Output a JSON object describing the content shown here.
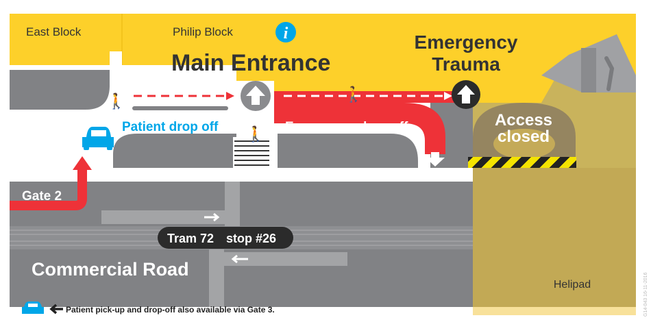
{
  "map": {
    "buildings": {
      "east_block": "East Block",
      "philip_block": "Philip Block",
      "main_entrance": "Main Entrance",
      "emergency_line1": "Emergency",
      "emergency_line2": "Trauma",
      "access_line1": "Access",
      "access_line2": "closed",
      "helipad": "Helipad"
    },
    "zones": {
      "patient_drop_off": "Patient drop off",
      "emergency_drop_off": "Emergency drop off"
    },
    "roads": {
      "gate": "Gate 2",
      "road": "Commercial Road",
      "tram": "Tram 72",
      "stop": "stop #26"
    },
    "icons": [
      "info-icon",
      "pedestrian-icon",
      "up-arrow-icon",
      "car-icon",
      "down-arrow-icon",
      "hazard-stripes"
    ],
    "colors": {
      "building": "#fdd02a",
      "road": "#818285",
      "emergency_red": "#ee3238",
      "patient_blue": "#00a6e8",
      "helipad": "#c2a955",
      "dark": "#333333"
    }
  },
  "legend": {
    "note": "Patient pick-up and drop-off also available via Gate 3."
  },
  "footer": {
    "code": "G14-043 16-11-2016"
  }
}
